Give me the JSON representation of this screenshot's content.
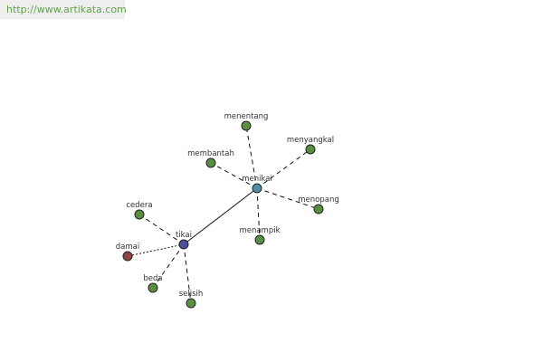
{
  "header": {
    "url_text": "http://www.artikata.com"
  },
  "graph": {
    "colors": {
      "synonym": "#5a8f43",
      "antonym": "#8e4545",
      "main": "#4a4f9c",
      "secondary": "#4b8fa8"
    },
    "nodes": [
      {
        "id": "tikai",
        "label": "tikai",
        "kind": "main"
      },
      {
        "id": "menikai",
        "label": "menikai",
        "kind": "secondary"
      },
      {
        "id": "menentang",
        "label": "menentang",
        "kind": "synonym"
      },
      {
        "id": "menyangkal",
        "label": "menyangkal",
        "kind": "synonym"
      },
      {
        "id": "membantah",
        "label": "membantah",
        "kind": "synonym"
      },
      {
        "id": "menopang",
        "label": "menopang",
        "kind": "synonym"
      },
      {
        "id": "menampik",
        "label": "menampik",
        "kind": "synonym"
      },
      {
        "id": "cedera",
        "label": "cedera",
        "kind": "synonym"
      },
      {
        "id": "damai",
        "label": "damai",
        "kind": "antonym"
      },
      {
        "id": "beda",
        "label": "beda",
        "kind": "synonym"
      },
      {
        "id": "selisih",
        "label": "selisih",
        "kind": "synonym"
      }
    ],
    "edges": [
      {
        "from": "tikai",
        "to": "menikai",
        "style": "solid"
      },
      {
        "from": "menikai",
        "to": "menentang",
        "style": "dashed"
      },
      {
        "from": "menikai",
        "to": "menyangkal",
        "style": "dashed"
      },
      {
        "from": "menikai",
        "to": "membantah",
        "style": "dashed"
      },
      {
        "from": "menikai",
        "to": "menopang",
        "style": "dashed"
      },
      {
        "from": "menikai",
        "to": "menampik",
        "style": "dashed"
      },
      {
        "from": "tikai",
        "to": "cedera",
        "style": "dashed"
      },
      {
        "from": "tikai",
        "to": "damai",
        "style": "dotted"
      },
      {
        "from": "tikai",
        "to": "beda",
        "style": "dashed"
      },
      {
        "from": "tikai",
        "to": "selisih",
        "style": "dashed"
      }
    ]
  }
}
